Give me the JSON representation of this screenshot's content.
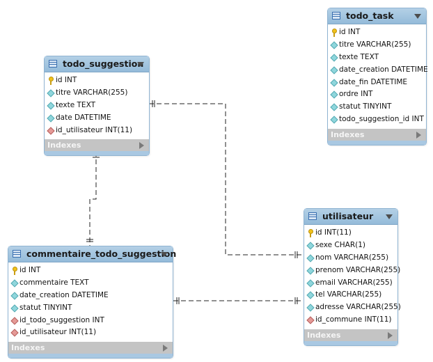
{
  "tables": [
    {
      "id": "todo_task",
      "name": "todo_task",
      "columns": [
        {
          "text": "id INT",
          "kind": "pk"
        },
        {
          "text": "titre VARCHAR(255)",
          "kind": "col"
        },
        {
          "text": "texte TEXT",
          "kind": "col"
        },
        {
          "text": "date_creation DATETIME",
          "kind": "col"
        },
        {
          "text": "date_fin DATETIME",
          "kind": "col"
        },
        {
          "text": "ordre INT",
          "kind": "col"
        },
        {
          "text": "statut TINYINT",
          "kind": "col"
        },
        {
          "text": "todo_suggestion_id INT",
          "kind": "col"
        }
      ],
      "indexes_label": "Indexes"
    },
    {
      "id": "todo_suggestion",
      "name": "todo_suggestion",
      "columns": [
        {
          "text": "id INT",
          "kind": "pk"
        },
        {
          "text": "titre VARCHAR(255)",
          "kind": "col"
        },
        {
          "text": "texte TEXT",
          "kind": "col"
        },
        {
          "text": "date DATETIME",
          "kind": "col"
        },
        {
          "text": "id_utilisateur INT(11)",
          "kind": "fk"
        }
      ],
      "indexes_label": "Indexes"
    },
    {
      "id": "commentaire_todo_suggestion",
      "name": "commentaire_todo_suggestion",
      "columns": [
        {
          "text": "id INT",
          "kind": "pk"
        },
        {
          "text": "commentaire TEXT",
          "kind": "col"
        },
        {
          "text": "date_creation DATETIME",
          "kind": "col"
        },
        {
          "text": "statut TINYINT",
          "kind": "col"
        },
        {
          "text": "id_todo_suggestion INT",
          "kind": "fk"
        },
        {
          "text": "id_utilisateur INT(11)",
          "kind": "fk"
        }
      ],
      "indexes_label": "Indexes"
    },
    {
      "id": "utilisateur",
      "name": "utilisateur",
      "columns": [
        {
          "text": "id INT(11)",
          "kind": "pk"
        },
        {
          "text": "sexe CHAR(1)",
          "kind": "col"
        },
        {
          "text": "nom VARCHAR(255)",
          "kind": "col"
        },
        {
          "text": "prenom VARCHAR(255)",
          "kind": "col"
        },
        {
          "text": "email VARCHAR(255)",
          "kind": "col"
        },
        {
          "text": "tel VARCHAR(255)",
          "kind": "col"
        },
        {
          "text": "adresse VARCHAR(255)",
          "kind": "col"
        },
        {
          "text": "id_commune INT(11)",
          "kind": "fk"
        }
      ],
      "indexes_label": "Indexes"
    }
  ],
  "relationships": [
    {
      "from": "todo_suggestion",
      "to": "utilisateur"
    },
    {
      "from": "todo_suggestion",
      "to": "commentaire_todo_suggestion"
    },
    {
      "from": "commentaire_todo_suggestion",
      "to": "utilisateur"
    }
  ],
  "colors": {
    "header": "#a6c7e1",
    "indexes_bar": "#c4c4c4",
    "primary_key": "#f2c21a",
    "column": "#8fd6dc",
    "foreign_key": "#e59a97",
    "connector": "#222222"
  }
}
